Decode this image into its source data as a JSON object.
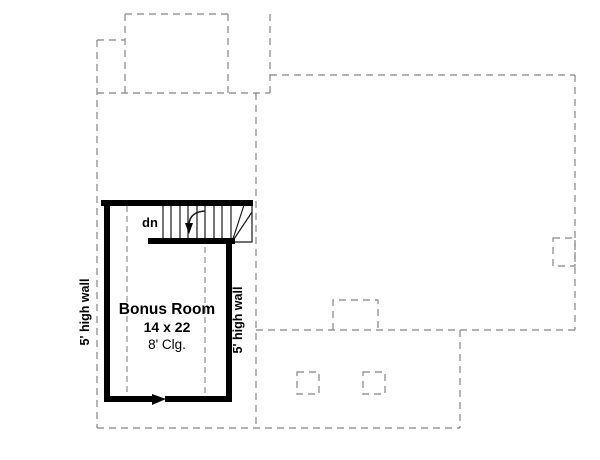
{
  "labels": {
    "stair_direction": "dn",
    "room_name": "Bonus Room",
    "room_size": "14 x 22",
    "ceiling_height": "8' Clg.",
    "left_wall": "5' high wall",
    "right_wall": "5' high wall"
  },
  "colors": {
    "wall": "#000000",
    "outline_dashed": "#858585",
    "stair_lines": "#1a1a1a",
    "text": "#000000",
    "background": "#ffffff"
  }
}
